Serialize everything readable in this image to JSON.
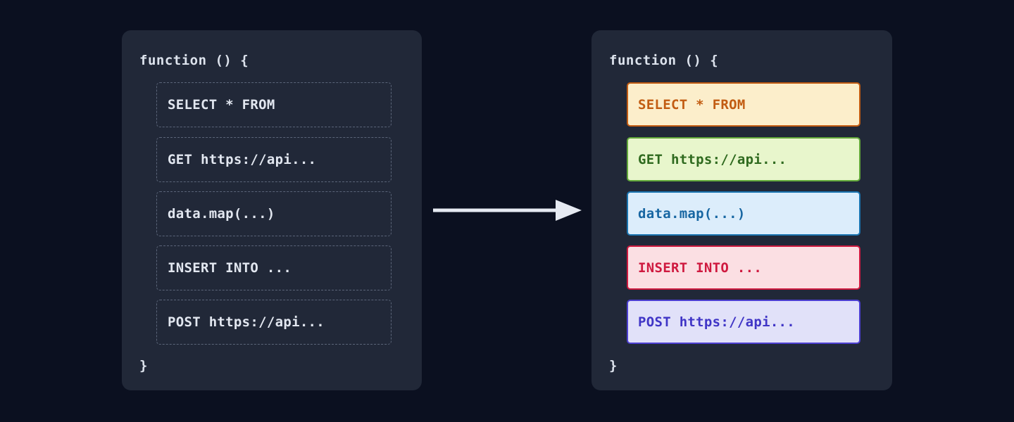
{
  "page": {
    "title": "Code statement highlighting transformation",
    "background_color": "#0b1020",
    "panel_background_color": "#212838",
    "arrow_color": "#e6eaf2"
  },
  "before_panel": {
    "name": "before",
    "code_open": "function () {",
    "code_close": "}",
    "text_color": "#e2e7f0",
    "border_color": "#5b6579",
    "rows": [
      {
        "label": "SELECT * FROM"
      },
      {
        "label": "GET https://api..."
      },
      {
        "label": "data.map(...)"
      },
      {
        "label": "INSERT INTO ..."
      },
      {
        "label": "POST https://api..."
      }
    ]
  },
  "after_panel": {
    "name": "after",
    "code_open": "function () {",
    "code_close": "}",
    "rows": [
      {
        "label": "SELECT * FROM",
        "kind": "sql-select",
        "background": "#fceecb",
        "border": "#c25c12",
        "text": "#c25c12"
      },
      {
        "label": "GET https://api...",
        "kind": "http-get",
        "background": "#e8f6cc",
        "border": "#63a83b",
        "text": "#2f6a1f"
      },
      {
        "label": "data.map(...)",
        "kind": "js-map",
        "background": "#dcedfb",
        "border": "#1a74b0",
        "text": "#1766a2"
      },
      {
        "label": "INSERT INTO ...",
        "kind": "sql-insert",
        "background": "#fbdfe3",
        "border": "#cf1a40",
        "text": "#cf1a40"
      },
      {
        "label": "POST https://api...",
        "kind": "http-post",
        "background": "#e1e1f9",
        "border": "#4c3fd1",
        "text": "#4035c6"
      }
    ]
  },
  "arrow": {
    "label": "transform-arrow",
    "direction": "right"
  }
}
